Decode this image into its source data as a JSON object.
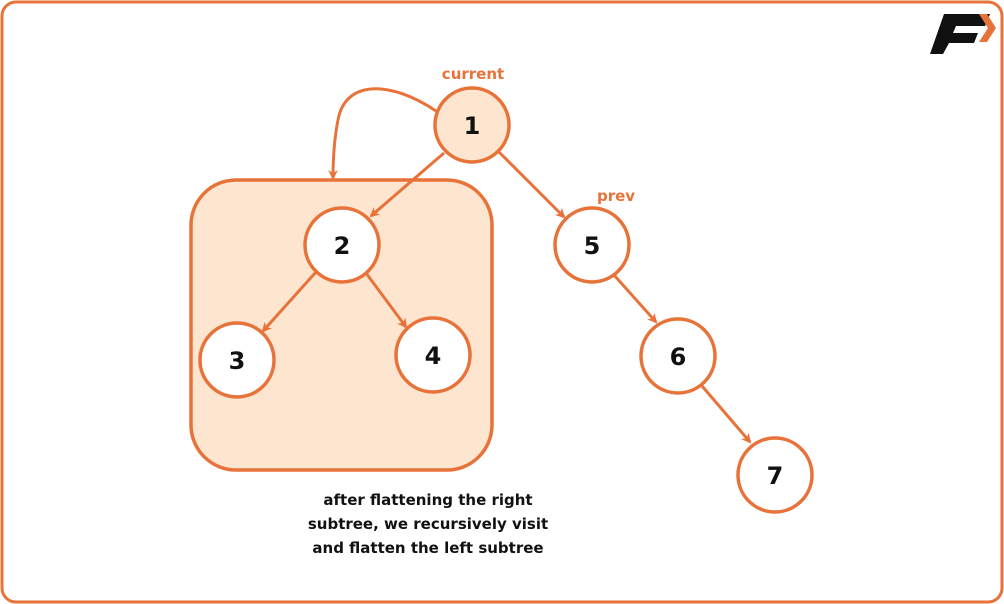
{
  "nodes": {
    "n1": "1",
    "n2": "2",
    "n3": "3",
    "n4": "4",
    "n5": "5",
    "n6": "6",
    "n7": "7"
  },
  "pointers": {
    "current": "current",
    "prev": "prev"
  },
  "caption": [
    "after flattening the right",
    "subtree, we recursively visit",
    "and flatten the left subtree"
  ],
  "colors": {
    "accent": "#E8733A",
    "highlight_fill": "#FDE5CF"
  },
  "logo": "F"
}
